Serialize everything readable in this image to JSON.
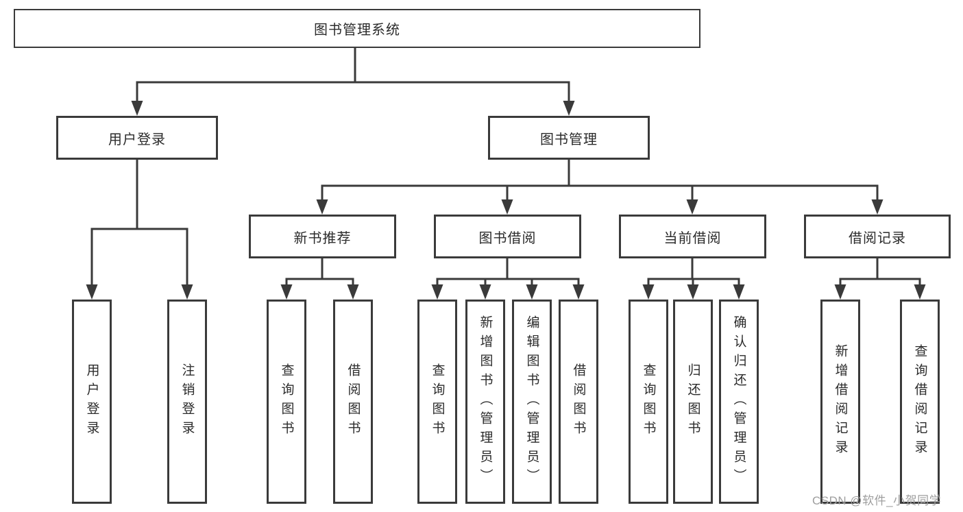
{
  "colors": {
    "line": "#3a3a3a",
    "text": "#2b2b2b",
    "watermark": "#9e9e9e",
    "background": "#ffffff"
  },
  "watermark": "CSDN @软件_小贺同学",
  "tree": {
    "label": "图书管理系统",
    "children": [
      {
        "label": "用户登录",
        "children": [
          {
            "label": "用户登录"
          },
          {
            "label": "注销登录"
          }
        ]
      },
      {
        "label": "图书管理",
        "children": [
          {
            "label": "新书推荐",
            "children": [
              {
                "label": "查询图书"
              },
              {
                "label": "借阅图书"
              }
            ]
          },
          {
            "label": "图书借阅",
            "children": [
              {
                "label": "查询图书"
              },
              {
                "label": "新增图书（管理员）"
              },
              {
                "label": "编辑图书（管理员）"
              },
              {
                "label": "借阅图书"
              }
            ]
          },
          {
            "label": "当前借阅",
            "children": [
              {
                "label": "查询图书"
              },
              {
                "label": "归还图书"
              },
              {
                "label": "确认归还（管理员）"
              }
            ]
          },
          {
            "label": "借阅记录",
            "children": [
              {
                "label": "新增借阅记录"
              },
              {
                "label": "查询借阅记录"
              }
            ]
          }
        ]
      }
    ]
  }
}
